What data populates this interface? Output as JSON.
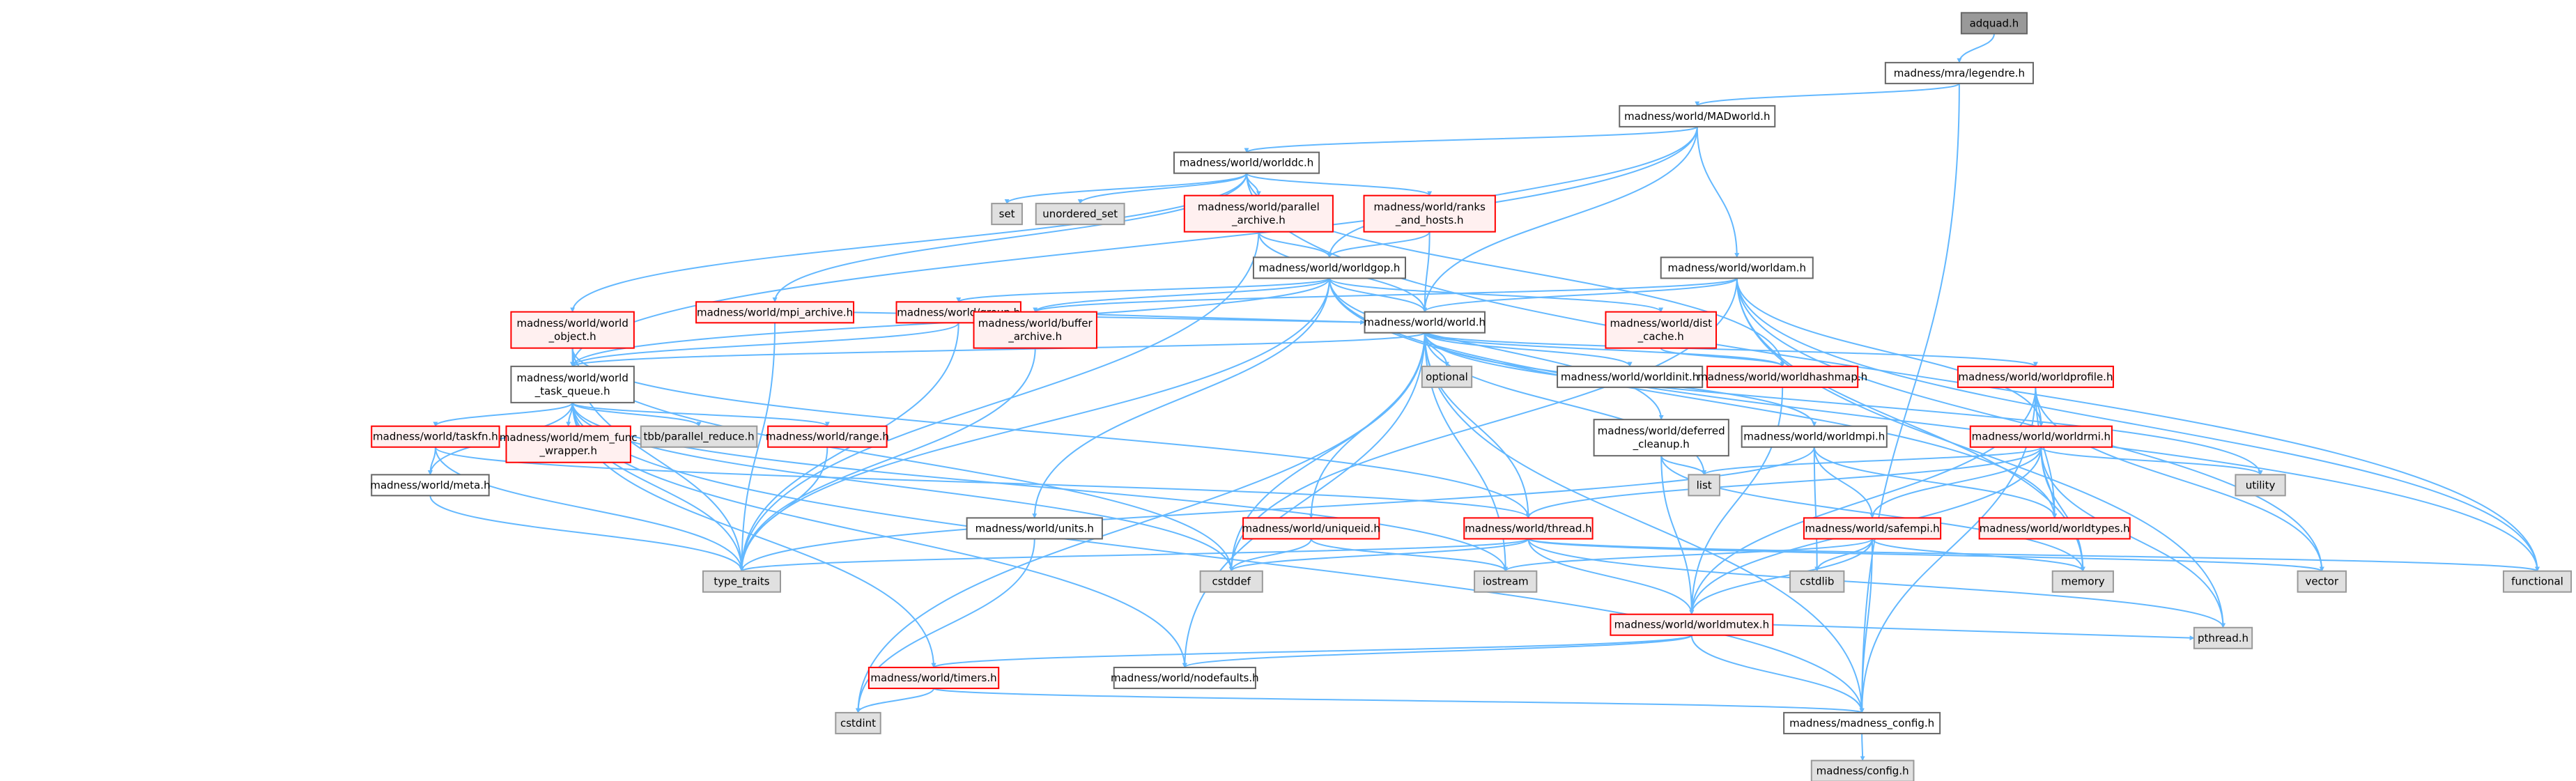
{
  "colors": {
    "edge": "#63b8ff",
    "root_fill": "#999999",
    "root_stroke": "#666666",
    "normal_fill": "#ffffff",
    "normal_stroke": "#666666",
    "truncated_fill": "#fff0f0",
    "truncated_stroke": "#ff0000",
    "system_fill": "#e0e0e0",
    "system_stroke": "#999999"
  },
  "nodes": {
    "adquad": {
      "lines": [
        "adquad.h"
      ],
      "style": "root"
    },
    "legendre": {
      "lines": [
        "madness/mra/legendre.h"
      ],
      "style": "normal"
    },
    "madworld": {
      "lines": [
        "madness/world/MADworld.h"
      ],
      "style": "normal"
    },
    "worlddc": {
      "lines": [
        "madness/world/worlddc.h"
      ],
      "style": "normal"
    },
    "set": {
      "lines": [
        "set"
      ],
      "style": "system"
    },
    "unordered_set": {
      "lines": [
        "unordered_set"
      ],
      "style": "system"
    },
    "parallel_archive": {
      "lines": [
        "madness/world/parallel",
        "_archive.h"
      ],
      "style": "truncated"
    },
    "ranks_hosts": {
      "lines": [
        "madness/world/ranks",
        "_and_hosts.h"
      ],
      "style": "truncated"
    },
    "worldgop": {
      "lines": [
        "madness/world/worldgop.h"
      ],
      "style": "normal"
    },
    "mpi_archive": {
      "lines": [
        "madness/world/mpi_archive.h"
      ],
      "style": "truncated"
    },
    "group": {
      "lines": [
        "madness/world/group.h"
      ],
      "style": "truncated"
    },
    "world_object": {
      "lines": [
        "madness/world/world",
        "_object.h"
      ],
      "style": "truncated"
    },
    "buffer_archive": {
      "lines": [
        "madness/world/buffer",
        "_archive.h"
      ],
      "style": "truncated"
    },
    "world": {
      "lines": [
        "madness/world/world.h"
      ],
      "style": "normal"
    },
    "dist_cache": {
      "lines": [
        "madness/world/dist",
        "_cache.h"
      ],
      "style": "truncated"
    },
    "worldam": {
      "lines": [
        "madness/world/worldam.h"
      ],
      "style": "normal"
    },
    "optional": {
      "lines": [
        "optional"
      ],
      "style": "system"
    },
    "worldinit": {
      "lines": [
        "madness/world/worldinit.h"
      ],
      "style": "normal"
    },
    "worldhashmap": {
      "lines": [
        "madness/world/worldhashmap.h"
      ],
      "style": "truncated"
    },
    "worldprofile": {
      "lines": [
        "madness/world/worldprofile.h"
      ],
      "style": "truncated"
    },
    "task_queue": {
      "lines": [
        "madness/world/world",
        "_task_queue.h"
      ],
      "style": "normal"
    },
    "taskfn": {
      "lines": [
        "madness/world/taskfn.h"
      ],
      "style": "truncated"
    },
    "mem_func_wrapper": {
      "lines": [
        "madness/world/mem_func",
        "_wrapper.h"
      ],
      "style": "truncated"
    },
    "tbb_reduce": {
      "lines": [
        "tbb/parallel_reduce.h"
      ],
      "style": "system"
    },
    "range": {
      "lines": [
        "madness/world/range.h"
      ],
      "style": "truncated"
    },
    "deferred_cleanup": {
      "lines": [
        "madness/world/deferred",
        "_cleanup.h"
      ],
      "style": "normal"
    },
    "worldmpi": {
      "lines": [
        "madness/world/worldmpi.h"
      ],
      "style": "normal"
    },
    "worldrmi": {
      "lines": [
        "madness/world/worldrmi.h"
      ],
      "style": "truncated"
    },
    "utility": {
      "lines": [
        "utility"
      ],
      "style": "system"
    },
    "meta": {
      "lines": [
        "madness/world/meta.h"
      ],
      "style": "normal"
    },
    "units": {
      "lines": [
        "madness/world/units.h"
      ],
      "style": "normal"
    },
    "uniqueid": {
      "lines": [
        "madness/world/uniqueid.h"
      ],
      "style": "truncated"
    },
    "thread": {
      "lines": [
        "madness/world/thread.h"
      ],
      "style": "truncated"
    },
    "list": {
      "lines": [
        "list"
      ],
      "style": "system"
    },
    "safempi": {
      "lines": [
        "madness/world/safempi.h"
      ],
      "style": "truncated"
    },
    "worldtypes": {
      "lines": [
        "madness/world/worldtypes.h"
      ],
      "style": "truncated"
    },
    "type_traits": {
      "lines": [
        "type_traits"
      ],
      "style": "system"
    },
    "cstddef": {
      "lines": [
        "cstddef"
      ],
      "style": "system"
    },
    "iostream": {
      "lines": [
        "iostream"
      ],
      "style": "system"
    },
    "cstdlib": {
      "lines": [
        "cstdlib"
      ],
      "style": "system"
    },
    "memory": {
      "lines": [
        "memory"
      ],
      "style": "system"
    },
    "vector": {
      "lines": [
        "vector"
      ],
      "style": "system"
    },
    "functional": {
      "lines": [
        "functional"
      ],
      "style": "system"
    },
    "worldmutex": {
      "lines": [
        "madness/world/worldmutex.h"
      ],
      "style": "truncated"
    },
    "pthread": {
      "lines": [
        "pthread.h"
      ],
      "style": "system"
    },
    "timers": {
      "lines": [
        "madness/world/timers.h"
      ],
      "style": "truncated"
    },
    "nodefaults": {
      "lines": [
        "madness/world/nodefaults.h"
      ],
      "style": "normal"
    },
    "cstdint": {
      "lines": [
        "cstdint"
      ],
      "style": "system"
    },
    "madness_config": {
      "lines": [
        "madness/madness_config.h"
      ],
      "style": "normal"
    },
    "config": {
      "lines": [
        "madness/config.h"
      ],
      "style": "system"
    }
  },
  "edges": [
    [
      "adquad",
      "legendre"
    ],
    [
      "legendre",
      "madworld"
    ],
    [
      "legendre",
      "madness_config"
    ],
    [
      "madworld",
      "worlddc"
    ],
    [
      "madworld",
      "task_queue"
    ],
    [
      "madworld",
      "worldgop"
    ],
    [
      "madworld",
      "world"
    ],
    [
      "madworld",
      "worldam"
    ],
    [
      "worlddc",
      "set"
    ],
    [
      "worlddc",
      "unordered_set"
    ],
    [
      "worlddc",
      "parallel_archive"
    ],
    [
      "worlddc",
      "ranks_hosts"
    ],
    [
      "worlddc",
      "mpi_archive"
    ],
    [
      "worlddc",
      "world_object"
    ],
    [
      "worlddc",
      "worldhashmap"
    ],
    [
      "worlddc",
      "functional"
    ],
    [
      "parallel_archive",
      "worldgop"
    ],
    [
      "parallel_archive",
      "world"
    ],
    [
      "parallel_archive",
      "type_traits"
    ],
    [
      "ranks_hosts",
      "worldgop"
    ],
    [
      "ranks_hosts",
      "world"
    ],
    [
      "worldgop",
      "group"
    ],
    [
      "worldgop",
      "buffer_archive"
    ],
    [
      "worldgop",
      "world"
    ],
    [
      "worldgop",
      "dist_cache"
    ],
    [
      "worldgop",
      "task_queue"
    ],
    [
      "worldgop",
      "deferred_cleanup"
    ],
    [
      "worldgop",
      "worldtypes"
    ],
    [
      "worldgop",
      "units"
    ],
    [
      "worldgop",
      "type_traits"
    ],
    [
      "worldgop",
      "functional"
    ],
    [
      "mpi_archive",
      "world"
    ],
    [
      "mpi_archive",
      "type_traits"
    ],
    [
      "group",
      "world"
    ],
    [
      "group",
      "task_queue"
    ],
    [
      "group",
      "type_traits"
    ],
    [
      "world_object",
      "task_queue"
    ],
    [
      "world_object",
      "thread"
    ],
    [
      "world_object",
      "type_traits"
    ],
    [
      "world_object",
      "cstddef"
    ],
    [
      "buffer_archive",
      "type_traits"
    ],
    [
      "worldam",
      "world"
    ],
    [
      "worldam",
      "buffer_archive"
    ],
    [
      "worldam",
      "worldrmi"
    ],
    [
      "worldam",
      "memory"
    ],
    [
      "worldam",
      "vector"
    ],
    [
      "worldam",
      "functional"
    ],
    [
      "worldam",
      "pthread"
    ],
    [
      "worldam",
      "cstddef"
    ],
    [
      "world",
      "optional"
    ],
    [
      "world",
      "worldinit"
    ],
    [
      "world",
      "worldhashmap"
    ],
    [
      "world",
      "worldprofile"
    ],
    [
      "world",
      "task_queue"
    ],
    [
      "world",
      "worldmpi"
    ],
    [
      "world",
      "uniqueid"
    ],
    [
      "world",
      "thread"
    ],
    [
      "world",
      "nodefaults"
    ],
    [
      "world",
      "list"
    ],
    [
      "world",
      "utility"
    ],
    [
      "world",
      "iostream"
    ],
    [
      "world",
      "cstddef"
    ],
    [
      "world",
      "cstdint"
    ],
    [
      "world",
      "madness_config"
    ],
    [
      "dist_cache",
      "worldhashmap"
    ],
    [
      "worldhashmap",
      "worldmutex"
    ],
    [
      "worldprofile",
      "worldrmi"
    ],
    [
      "worldprofile",
      "worldtypes"
    ],
    [
      "worldprofile",
      "vector"
    ],
    [
      "worldprofile",
      "madness_config"
    ],
    [
      "worldprofile",
      "worldmutex"
    ],
    [
      "task_queue",
      "taskfn"
    ],
    [
      "task_queue",
      "mem_func_wrapper"
    ],
    [
      "task_queue",
      "tbb_reduce"
    ],
    [
      "task_queue",
      "range"
    ],
    [
      "task_queue",
      "meta"
    ],
    [
      "task_queue",
      "type_traits"
    ],
    [
      "task_queue",
      "cstddef"
    ],
    [
      "task_queue",
      "iostream"
    ],
    [
      "task_queue",
      "timers"
    ],
    [
      "task_queue",
      "nodefaults"
    ],
    [
      "task_queue",
      "madness_config"
    ],
    [
      "taskfn",
      "meta"
    ],
    [
      "taskfn",
      "type_traits"
    ],
    [
      "taskfn",
      "thread"
    ],
    [
      "range",
      "type_traits"
    ],
    [
      "deferred_cleanup",
      "list"
    ],
    [
      "deferred_cleanup",
      "memory"
    ],
    [
      "deferred_cleanup",
      "worldmutex"
    ],
    [
      "worldmpi",
      "safempi"
    ],
    [
      "worldmpi",
      "worldtypes"
    ],
    [
      "worldmpi",
      "cstdlib"
    ],
    [
      "worldmpi",
      "type_traits"
    ],
    [
      "worldrmi",
      "worldtypes"
    ],
    [
      "worldrmi",
      "utility"
    ],
    [
      "worldrmi",
      "list"
    ],
    [
      "worldrmi",
      "memory"
    ],
    [
      "worldrmi",
      "pthread"
    ],
    [
      "worldrmi",
      "thread"
    ],
    [
      "worldrmi",
      "worldmutex"
    ],
    [
      "worldrmi",
      "safempi"
    ],
    [
      "meta",
      "type_traits"
    ],
    [
      "units",
      "cstdint"
    ],
    [
      "uniqueid",
      "cstddef"
    ],
    [
      "uniqueid",
      "iostream"
    ],
    [
      "thread",
      "type_traits"
    ],
    [
      "thread",
      "cstddef"
    ],
    [
      "thread",
      "pthread"
    ],
    [
      "thread",
      "vector"
    ],
    [
      "thread",
      "functional"
    ],
    [
      "thread",
      "worldmutex"
    ],
    [
      "safempi",
      "iostream"
    ],
    [
      "safempi",
      "cstdlib"
    ],
    [
      "safempi",
      "memory"
    ],
    [
      "safempi",
      "worldmutex"
    ],
    [
      "safempi",
      "madness_config"
    ],
    [
      "worldmutex",
      "timers"
    ],
    [
      "worldmutex",
      "nodefaults"
    ],
    [
      "worldmutex",
      "pthread"
    ],
    [
      "worldmutex",
      "madness_config"
    ],
    [
      "timers",
      "cstdint"
    ],
    [
      "timers",
      "madness_config"
    ],
    [
      "madness_config",
      "config"
    ]
  ]
}
